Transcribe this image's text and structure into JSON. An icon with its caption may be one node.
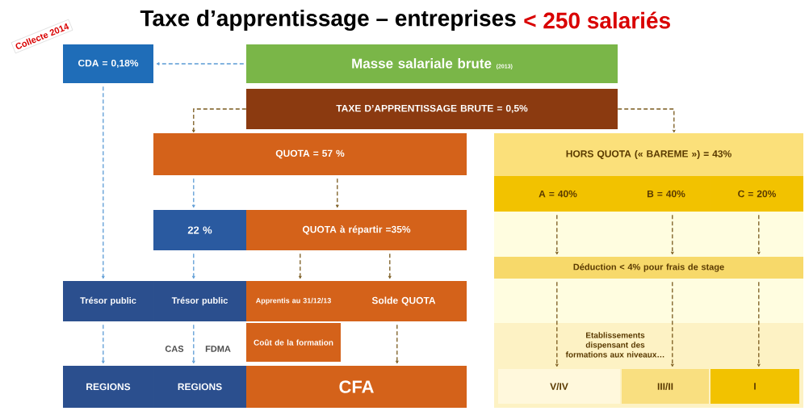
{
  "diagram": {
    "title": "Taxe d’apprentissage – entreprises",
    "nodes": [
      {
        "text": [
          "CDA = 0,18%"
        ]
      },
      {
        "text": [
          "Masse salariale brute",
          "(2013)"
        ]
      },
      {
        "text": [
          "TAXE D’APPRENTISSAGE BRUTE = 0,5%"
        ]
      },
      {
        "text": [
          "QUOTA = 57 %"
        ]
      },
      {
        "text": [
          "HORS QUOTA (« BAREME ») = 43%"
        ]
      },
      {
        "text": [
          "A = 40%"
        ]
      },
      {
        "text": [
          "B = 40%"
        ]
      },
      {
        "text": [
          "C = 20%"
        ]
      },
      {
        "text": [
          "22 %"
        ]
      },
      {
        "text": [
          "QUOTA à répartir =35%"
        ]
      },
      {
        "text": [
          "Déduction < 4% pour frais de stage"
        ]
      },
      {
        "text": [
          "Trésor public"
        ]
      },
      {
        "text": [
          "Trésor public"
        ]
      },
      {
        "text": [
          "Apprentis au 31/12/13"
        ]
      },
      {
        "text": [
          "Solde QUOTA"
        ]
      },
      {
        "text": [
          "Coût de la formation"
        ]
      },
      {
        "text": [
          "Etablissements dispensant des formations aux niveaux…"
        ]
      },
      {
        "text": [
          "REGIONS"
        ]
      },
      {
        "text": [
          "REGIONS"
        ]
      },
      {
        "text": [
          "CFA"
        ]
      },
      {
        "text": [
          "V/IV"
        ],
        "in": 16
      },
      {
        "text": [
          "III/II"
        ],
        "in": 16
      },
      {
        "text": [
          "I"
        ],
        "in": 16
      }
    ],
    "edges": [
      {
        "from": 1,
        "to": 0,
        "arrow": "to",
        "style": "dashed",
        "color": "#5b9bd5"
      },
      {
        "from": 2,
        "to": 3,
        "arrow": "to",
        "style": "dashed",
        "color": "#7a5a1e"
      },
      {
        "from": 2,
        "to": 4,
        "arrow": "to",
        "style": "dashed",
        "color": "#7a5a1e"
      },
      {
        "from": 0,
        "to": 11,
        "arrow": "to",
        "style": "dashed",
        "color": "#5b9bd5"
      },
      {
        "from": 3,
        "to": 8,
        "arrow": "to",
        "style": "dashed",
        "color": "#5b9bd5"
      },
      {
        "from": 3,
        "to": 9,
        "arrow": "to",
        "style": "dashed",
        "color": "#7a5a1e"
      },
      {
        "from": 8,
        "to": 12,
        "arrow": "to",
        "style": "dashed",
        "color": "#5b9bd5"
      },
      {
        "from": 9,
        "to": 13,
        "arrow": "to",
        "style": "dashed",
        "color": "#7a5a1e"
      },
      {
        "from": 9,
        "to": 14,
        "arrow": "to",
        "style": "dashed",
        "color": "#7a5a1e"
      },
      {
        "from": 11,
        "to": 17,
        "arrow": "to",
        "style": "dashed",
        "color": "#5b9bd5"
      },
      {
        "from": 12,
        "to": 18,
        "arrow": "to",
        "style": "dashed",
        "color": "#5b9bd5"
      },
      {
        "from": 14,
        "to": 19,
        "arrow": "to",
        "style": "dashed",
        "color": "#7a5a1e"
      },
      {
        "from": 5,
        "to": 10,
        "arrow": "to",
        "style": "dashed",
        "color": "#7a5a1e"
      },
      {
        "from": 6,
        "to": 10,
        "arrow": "to",
        "style": "dashed",
        "color": "#7a5a1e"
      },
      {
        "from": 7,
        "to": 10,
        "arrow": "to",
        "style": "dashed",
        "color": "#7a5a1e"
      },
      {
        "from": 10,
        "to": 20,
        "arrow": "to",
        "style": "dashed",
        "color": "#7a5a1e"
      },
      {
        "from": 10,
        "to": 21,
        "arrow": "to",
        "style": "dashed",
        "color": "#7a5a1e"
      },
      {
        "from": 10,
        "to": 22,
        "arrow": "to",
        "style": "dashed",
        "color": "#7a5a1e"
      }
    ],
    "labels": [
      "< 250 salariés",
      "Collecte 2014",
      "CAS",
      "FDMA"
    ]
  }
}
